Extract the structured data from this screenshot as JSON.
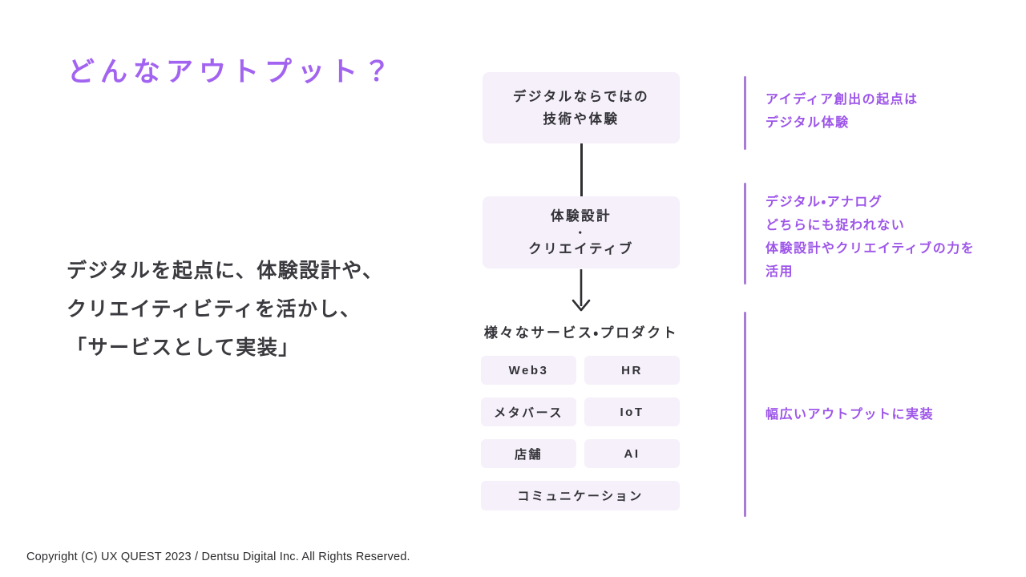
{
  "slide": {
    "title": "どんなアウトプット？",
    "summary_lines": [
      "デジタルを起点に、体験設計や、",
      "クリエイティビティを活かし、",
      "「サービスとして実装」"
    ],
    "footer": "Copyright (C) UX QUEST 2023 / Dentsu Digital Inc. All Rights Reserved."
  },
  "flow": {
    "box1_lines": [
      "デジタルならではの",
      "技術や体験"
    ],
    "box2_lines": [
      "体験設計",
      "・",
      "クリエイティブ"
    ],
    "products_label": "様々なサービス・プロダクト",
    "products": [
      "Web3",
      "HR",
      "メタバース",
      "IoT",
      "店舗",
      "AI",
      "コミュニケーション"
    ]
  },
  "annotations": [
    {
      "lines": [
        "アイディア創出の起点は",
        "デジタル体験"
      ]
    },
    {
      "lines": [
        "デジタル・アナログ",
        "どちらにも捉われない",
        "体験設計やクリエイティブの力を",
        "活用"
      ]
    },
    {
      "lines": [
        "幅広いアウトプットに実装"
      ]
    }
  ],
  "colors": {
    "accent_purple": "#A264F0",
    "annotation_purple": "#9D55E9",
    "annotation_line_purple": "#A87BD9",
    "box_background": "#F6F0FA",
    "text_dark": "#323237"
  }
}
